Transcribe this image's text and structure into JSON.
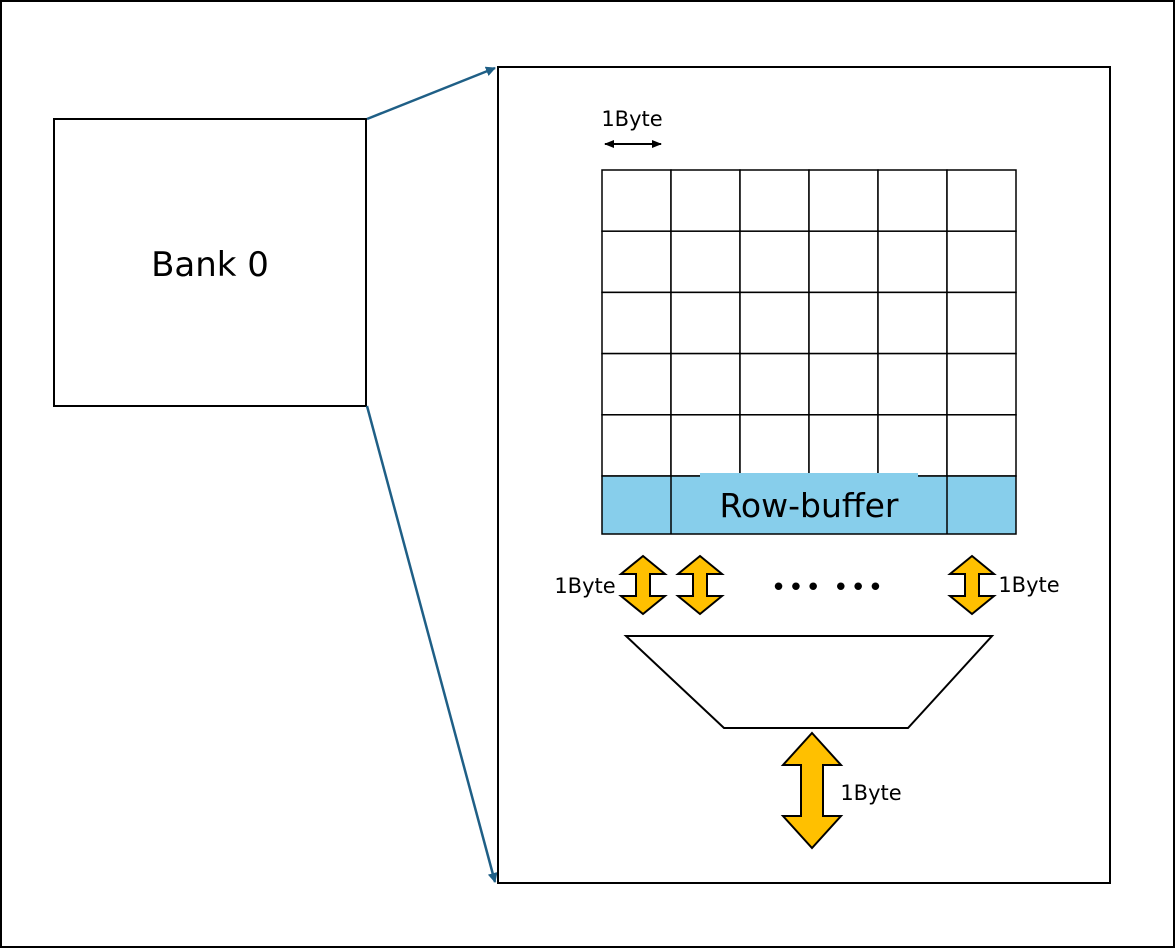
{
  "bank": {
    "label": "Bank 0"
  },
  "cell_width_label": "1Byte",
  "row_buffer": {
    "label": "Row-buffer",
    "color": "#87CEEB"
  },
  "cell_array": {
    "columns": 6,
    "rows": 5
  },
  "io_arrows": {
    "left_label": "1Byte",
    "right_label": "1Byte",
    "ellipsis": "••• •••",
    "color": "#FFC000"
  },
  "output": {
    "label": "1Byte",
    "color": "#FFC000"
  },
  "zoom_line_color": "#1F5F86"
}
